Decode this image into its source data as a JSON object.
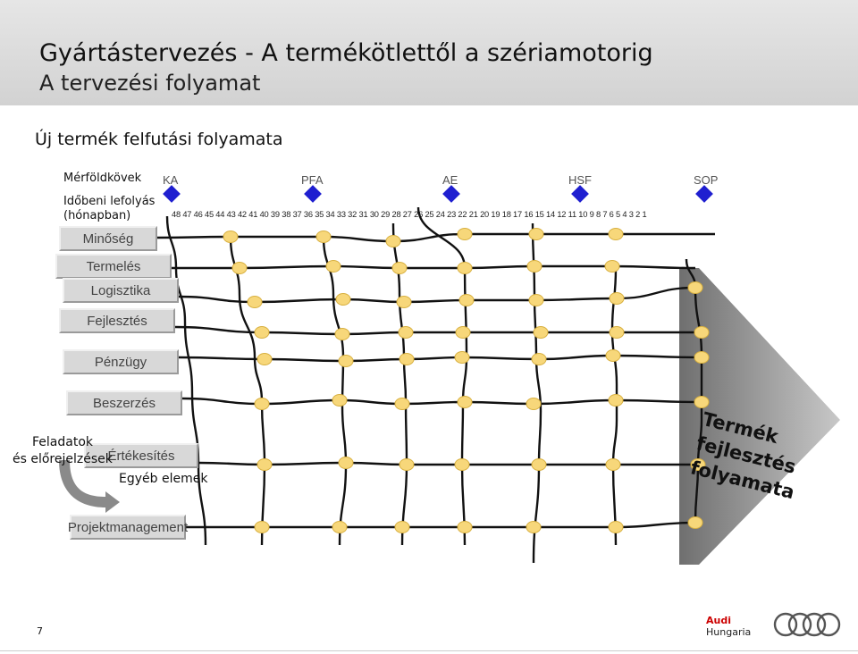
{
  "title": "Gyártástervezés - A termékötlettől a szériamotorig",
  "subtitle": "A tervezési folyamat",
  "section": "Új termék felfutási folyamata",
  "labels": {
    "milestones": "Mérföldkövek",
    "timeline_line1": "Időbeni lefolyás",
    "timeline_line2": "(hónapban)"
  },
  "milestones": [
    "KA",
    "PFA",
    "AE",
    "HSF",
    "SOP"
  ],
  "months": "48 47 46 45 44 43 42 41 40 39 38 37 36 35 34 33 32 31 30 29 28 27 26 25 24 23 22 21 20 19 18 17 16 15 14 12 11 10 9  8  7  6  5  4  3  2  1",
  "workstreams": {
    "minoseg": "Minőség",
    "termeles": "Termelés",
    "logisztika": "Logisztika",
    "fejlesztes": "Fejlesztés",
    "penzugy": "Pénzügy",
    "beszerzes": "Beszerzés",
    "ertekesites": "Értékesítés",
    "egyeb": "Egyéb elemek",
    "projektmanagement": "Projektmanagement"
  },
  "tasks": {
    "line1": "Feladatok",
    "line2": "és előrejelzések"
  },
  "big_label": [
    "Termék",
    "fejlesztés",
    "folyamata"
  ],
  "page_number": "7",
  "brand": {
    "name": "Audi",
    "sub": "Hungaria"
  },
  "colors": {
    "milestone": "#1f1fd0",
    "node": "#f7d77a",
    "node_border": "#d8b040",
    "box": "#d8d8d8",
    "arrow": "#7a7a7a",
    "brand_red": "#c00000"
  }
}
